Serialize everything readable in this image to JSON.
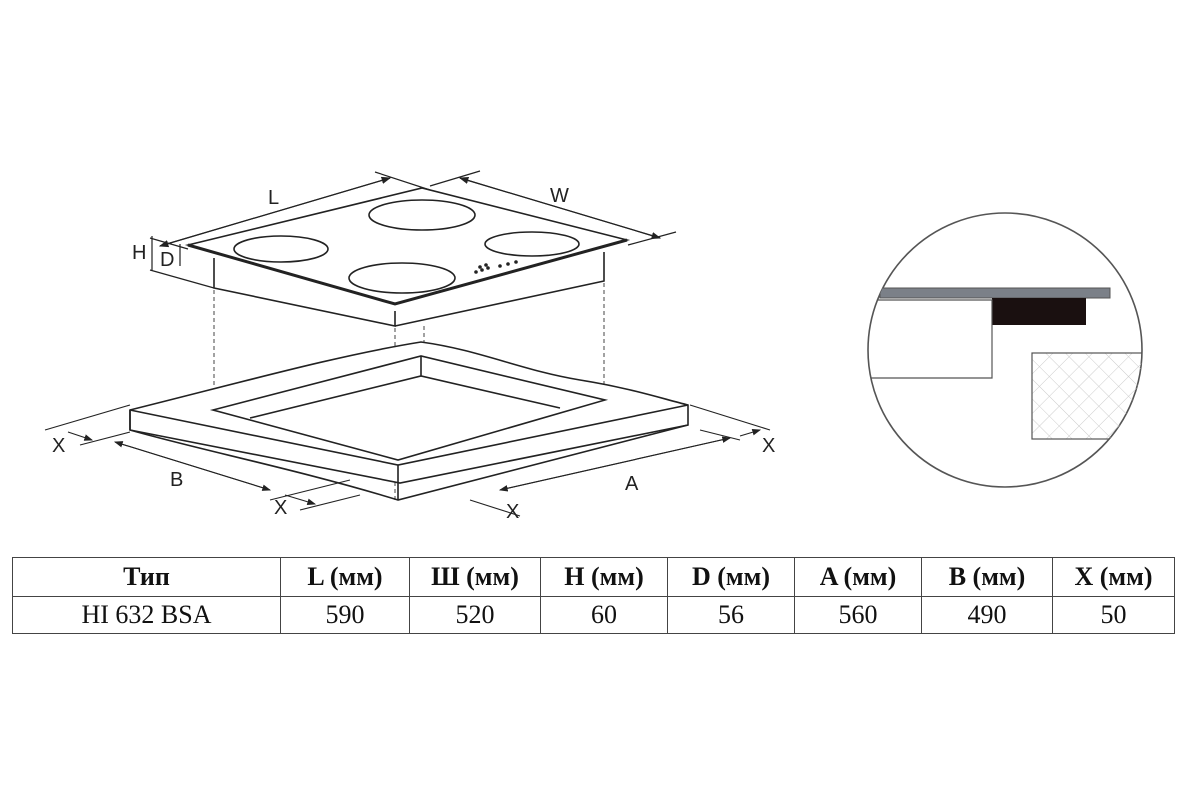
{
  "diagram": {
    "labels": {
      "L": "L",
      "W": "W",
      "H": "H",
      "D": "D",
      "X": "X",
      "B": "B",
      "A": "A"
    }
  },
  "table": {
    "headers": [
      "Тип",
      "L (мм)",
      "Ш (мм)",
      "H (мм)",
      "D (мм)",
      "A (мм)",
      "B (мм)",
      "X (мм)"
    ],
    "rows": [
      [
        "HI 632 BSA",
        "590",
        "520",
        "60",
        "56",
        "560",
        "490",
        "50"
      ]
    ]
  }
}
